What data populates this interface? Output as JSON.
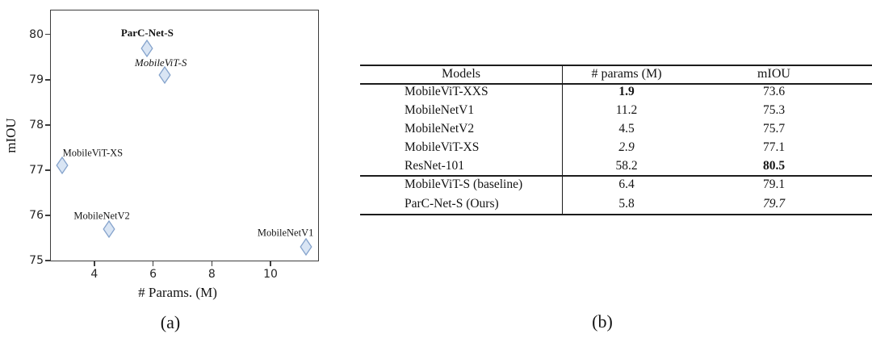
{
  "captions": {
    "a": "(a)",
    "b": "(b)"
  },
  "chart_data": [
    {
      "type": "scatter",
      "title": "",
      "xlabel": "# Params. (M)",
      "ylabel": "mIOU",
      "xlim": [
        2.49,
        11.65
      ],
      "ylim": [
        74.98,
        80.55
      ],
      "xticks": [
        4,
        6,
        8,
        10
      ],
      "yticks": [
        75,
        76,
        77,
        78,
        79,
        80
      ],
      "grid": false,
      "legend": "none",
      "marker": {
        "shape": "thin-diamond",
        "fill": "#d9e5f4",
        "edge": "#85a3cc"
      },
      "points": [
        {
          "label": "ParC-Net-S",
          "x": 5.8,
          "y": 79.7,
          "label_style": "bold",
          "label_offset": [
            0,
            -19
          ]
        },
        {
          "label": "MobileViT-S",
          "x": 6.4,
          "y": 79.1,
          "label_style": "italic",
          "label_offset": [
            -5,
            -15
          ]
        },
        {
          "label": "MobileViT-XS",
          "x": 2.9,
          "y": 77.1,
          "label_style": "normal",
          "label_offset": [
            38,
            -15
          ]
        },
        {
          "label": "MobileNetV2",
          "x": 4.5,
          "y": 75.7,
          "label_style": "normal",
          "label_offset": [
            -9,
            -16
          ]
        },
        {
          "label": "MobileNetV1",
          "x": 11.2,
          "y": 75.3,
          "label_style": "normal",
          "label_offset": [
            -25,
            -17
          ]
        }
      ]
    },
    {
      "type": "table",
      "columns": [
        "Models",
        "# params (M)",
        "mIOU"
      ],
      "rows": [
        {
          "model": "MobileViT-XXS",
          "params": "1.9",
          "miou": "73.6",
          "params_style": "bold",
          "miou_style": "normal",
          "group": 1
        },
        {
          "model": "MobileNetV1",
          "params": "11.2",
          "miou": "75.3",
          "params_style": "normal",
          "miou_style": "normal",
          "group": 1
        },
        {
          "model": "MobileNetV2",
          "params": "4.5",
          "miou": "75.7",
          "params_style": "normal",
          "miou_style": "normal",
          "group": 1
        },
        {
          "model": "MobileViT-XS",
          "params": "2.9",
          "miou": "77.1",
          "params_style": "italic",
          "miou_style": "normal",
          "group": 1
        },
        {
          "model": "ResNet-101",
          "params": "58.2",
          "miou": "80.5",
          "params_style": "normal",
          "miou_style": "bold",
          "group": 1
        },
        {
          "model": "MobileViT-S (baseline)",
          "params": "6.4",
          "miou": "79.1",
          "params_style": "normal",
          "miou_style": "normal",
          "group": 2
        },
        {
          "model": "ParC-Net-S (Ours)",
          "params": "5.8",
          "miou": "79.7",
          "params_style": "normal",
          "miou_style": "italic",
          "group": 2
        }
      ]
    }
  ]
}
